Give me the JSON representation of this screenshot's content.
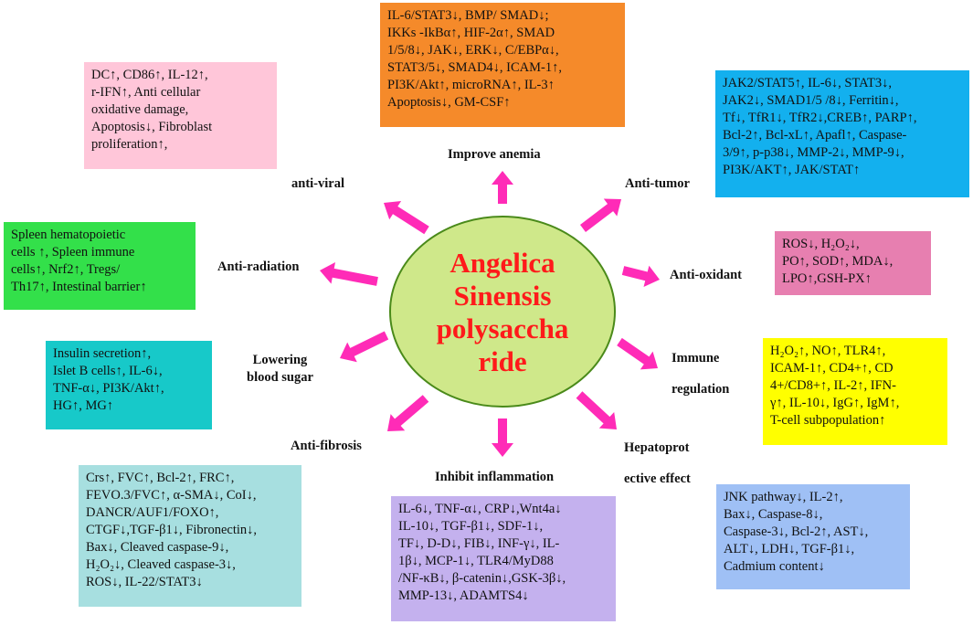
{
  "colors": {
    "circle_fill": "#cfe88a",
    "circle_stroke": "#4a8a1a",
    "arrow": "#ff2bb7",
    "title": "#ff1a1a",
    "box_antiviral": "#ffc6d9",
    "box_anemia": "#f58a2a",
    "box_antitumor": "#13b0ee",
    "box_radiation": "#33e04a",
    "box_oxidant": "#e77fb0",
    "box_blood_sugar": "#17c9c9",
    "box_immune": "#ffff00",
    "box_fibrosis": "#a7dfe0",
    "box_inflammation": "#c4b1ee",
    "box_hepato": "#9fc0f5"
  },
  "center": {
    "title": "Angelica\nSinensis\npolysaccha\nride"
  },
  "labels": {
    "improve_anemia": "Improve anemia",
    "anti_tumor": "Anti-tumor",
    "anti_viral": "anti-viral",
    "anti_radiation": "Anti-radiation",
    "anti_oxidant": "Anti-oxidant",
    "lowering_blood_sugar": "Lowering\nblood sugar",
    "immune_regulation": "Immune\n\nregulation",
    "anti_fibrosis": "Anti-fibrosis",
    "inhibit_inflammation": "Inhibit  inflammation",
    "hepatoprotective": "Hepatoprot\n\nective effect"
  },
  "boxes": {
    "anti_viral": "DC↑, CD86↑, IL-12↑,\nr-IFN↑, Anti cellular\noxidative damage,\nApoptosis↓, Fibroblast\nproliferation↑,",
    "improve_anemia": "IL-6/STAT3↓, BMP/ SMAD↓;\nIKKs -IkBα↑, HIF-2α↑, SMAD\n1/5/8↓, JAK↓, ERK↓, C/EBPα↓,\nSTAT3/5↓, SMAD4↓, ICAM-1↑,\nPI3K/Akt↑, microRNA↑, IL-3↑\nApoptosis↓, GM-CSF↑",
    "anti_tumor": "JAK2/STAT5↑, IL-6↓,  STAT3↓,\nJAK2↓, SMAD1/5 /8↓, Ferritin↓,\nTf↓, TfR1↓, TfR2↓,CREB↑, PARP↑,\nBcl-2↑, Bcl-xL↑, Apafl↑, Caspase-\n3/9↑, p-p38↓, MMP-2↓, MMP-9↓,\nPI3K/AKT↑, JAK/STAT↑",
    "anti_radiation": "Spleen hematopoietic\ncells ↑, Spleen immune\ncells↑,  Nrf2↑, Tregs/\nTh17↑, Intestinal barrier↑",
    "anti_oxidant": "ROS↓, H₂O₂↓,\n PO↑, SOD↑, MDA↓,\nLPO↑,GSH-PX↑",
    "lowering_blood_sugar": "Insulin secretion↑,\nIslet B cells↑, IL-6↓,\nTNF-α↓, PI3K/Akt↑,\nHG↑, MG↑",
    "immune_regulation": "H₂O₂↑, NO↑, TLR4↑,\nICAM-1↑, CD4+↑, CD\n4+/CD8+↑, IL-2↑, IFN-\nγ↑, IL-10↓, IgG↑, IgM↑,\nT-cell  subpopulation↑",
    "anti_fibrosis": "  Crs↑, FVC↑, Bcl-2↑, FRC↑,\nFEVO.3/FVC↑, α-SMA↓, CoI↓,\nDANCR/AUF1/FOXO↑,\nCTGF↓,TGF-β1↓, Fibronectin↓,\nBax↓, Cleaved caspase-9↓,\nH₂O₂↓, Cleaved caspase-3↓,\nROS↓, IL-22/STAT3↓",
    "inhibit_inflammation": "IL-6↓, TNF-α↓, CRP↓,Wnt4a↓\nIL-10↓, TGF-β1↓, SDF-1↓,\nTF↓, D-D↓, FIB↓, INF-γ↓, IL-\n1β↓, MCP-1↓, TLR4/MyD88\n/NF-κB↓, β-catenin↓,GSK-3β↓,\nMMP-13↓, ADAMTS4↓",
    "hepatoprotective": "JNK pathway↓, IL-2↑,\nBax↓, Caspase-8↓,\nCaspase-3↓, Bcl-2↑, AST↓,\nALT↓, LDH↓, TGF-β1↓,\nCadmium content↓"
  }
}
